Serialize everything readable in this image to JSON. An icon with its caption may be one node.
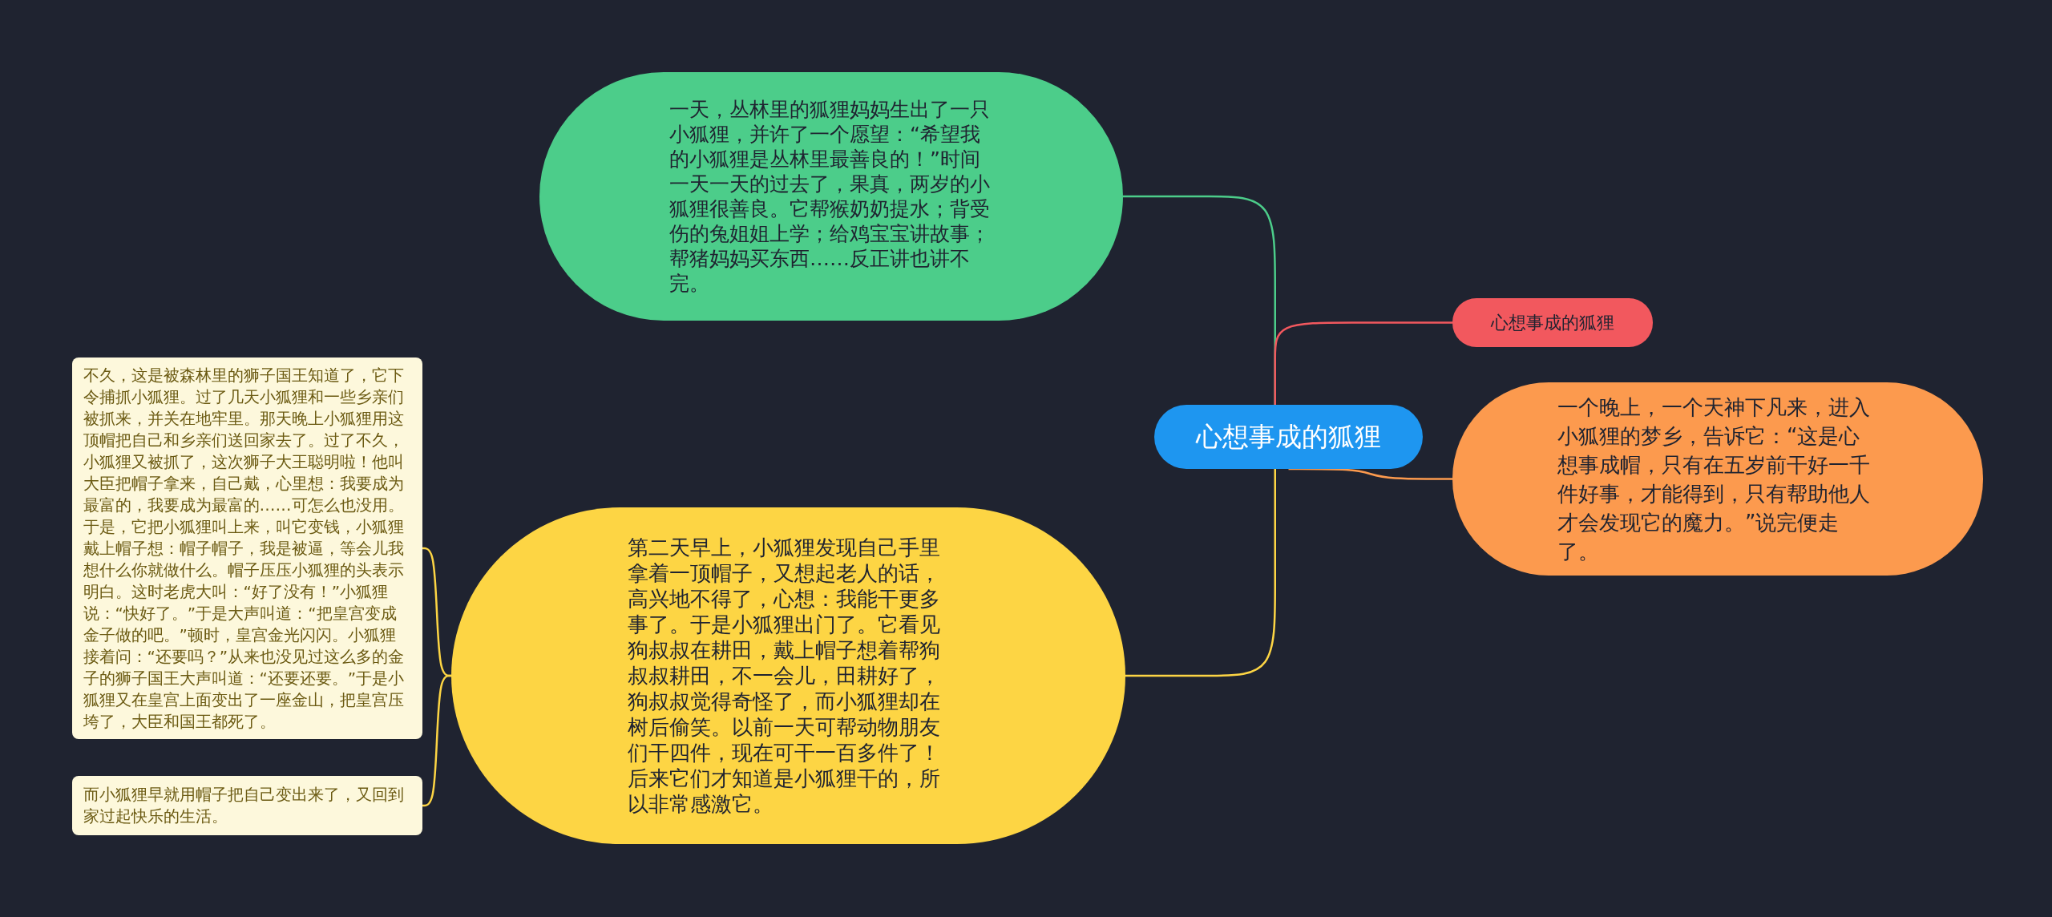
{
  "diagram": {
    "nodes": [
      {
        "text": [
          "心想事成的狐狸"
        ]
      },
      {
        "text": [
          "一天，丛林里的狐狸妈妈生出了一只小狐狸，并许了一个愿望：“希望我的小狐狸是丛林里最善良的！”时间一天一天的过去了，果真，两岁的小狐狸很善良。它帮猴奶奶提水；背受伤的兔姐姐上学；给鸡宝宝讲故事；帮猪妈妈买东西……反正讲也讲不完。"
        ]
      },
      {
        "text": [
          "心想事成的狐狸"
        ]
      },
      {
        "text": [
          "一个晚上，一个天神下凡来，进入小狐狸的梦乡，告诉它：“这是心想事成帽，只有在五岁前干好一千件好事，才能得到，只有帮助他人才会发现它的魔力。”说完便走了。"
        ]
      },
      {
        "text": [
          "第二天早上，小狐狸发现自己手里拿着一顶帽子，又想起老人的话，高兴地不得了，心想：我能干更多事了。于是小狐狸出门了。它看见狗叔叔在耕田，戴上帽子想着帮狗叔叔耕田，不一会儿，田耕好了，狗叔叔觉得奇怪了，而小狐狸却在树后偷笑。以前一天可帮动物朋友们干四件，现在可干一百多件了！后来它们才知道是小狐狸干的，所以非常感激它。"
        ]
      },
      {
        "text": [
          "不久，这是被森林里的狮子国王知道了，它下令捕抓小狐狸。过了几天小狐狸和一些乡亲们被抓来，并关在地牢里。那天晚上小狐狸用这顶帽把自己和乡亲们送回家去了。过了不久，小狐狸又被抓了，这次狮子大王聪明啦！他叫大臣把帽子拿来，自己戴，心里想：我要成为最富的，我要成为最富的……可怎么也没用。于是，它把小狐狸叫上来，叫它变钱，小狐狸戴上帽子想：帽子帽子，我是被逼，等会儿我想什么你就做什么。帽子压压小狐狸的头表示明白。这时老虎大叫：“好了没有！”小狐狸说：“快好了。”于是大声叫道：“把皇宫变成金子做的吧。”顿时，皇宫金光闪闪。小狐狸接着问：“还要吗？”从来也没见过这么多的金子的狮子国王大声叫道：“还要还要。”于是小狐狸又在皇宫上面变出了一座金山，把皇宫压垮了，大臣和国王都死了。"
        ]
      },
      {
        "text": [
          "而小狐狸早就用帽子把自己变出来了，又回到家过起快乐的生活。"
        ]
      }
    ],
    "edges": [
      {
        "from": 0,
        "to": 1,
        "arrow": "none",
        "color": "#4ccd8a"
      },
      {
        "from": 0,
        "to": 2,
        "arrow": "none",
        "color": "#f2585e"
      },
      {
        "from": 0,
        "to": 3,
        "arrow": "none",
        "color": "#fc9a4e"
      },
      {
        "from": 0,
        "to": 4,
        "arrow": "none",
        "color": "#fdd544"
      },
      {
        "from": 4,
        "to": 5,
        "arrow": "none",
        "color": "#fdd544"
      },
      {
        "from": 4,
        "to": 6,
        "arrow": "none",
        "color": "#fdd544"
      }
    ]
  }
}
